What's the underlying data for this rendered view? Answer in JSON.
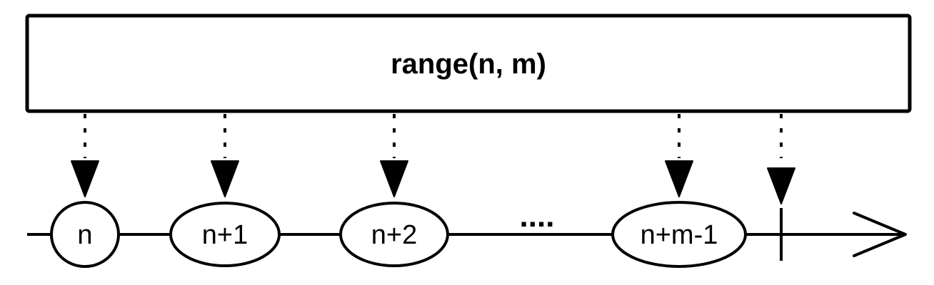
{
  "operator": {
    "label": "range(n, m)"
  },
  "marbles": [
    {
      "label": "n"
    },
    {
      "label": "n+1"
    },
    {
      "label": "n+2"
    },
    {
      "label": "n+m-1"
    }
  ],
  "ellipsis": "....",
  "colors": {
    "stroke": "#000000",
    "fill": "#ffffff"
  }
}
